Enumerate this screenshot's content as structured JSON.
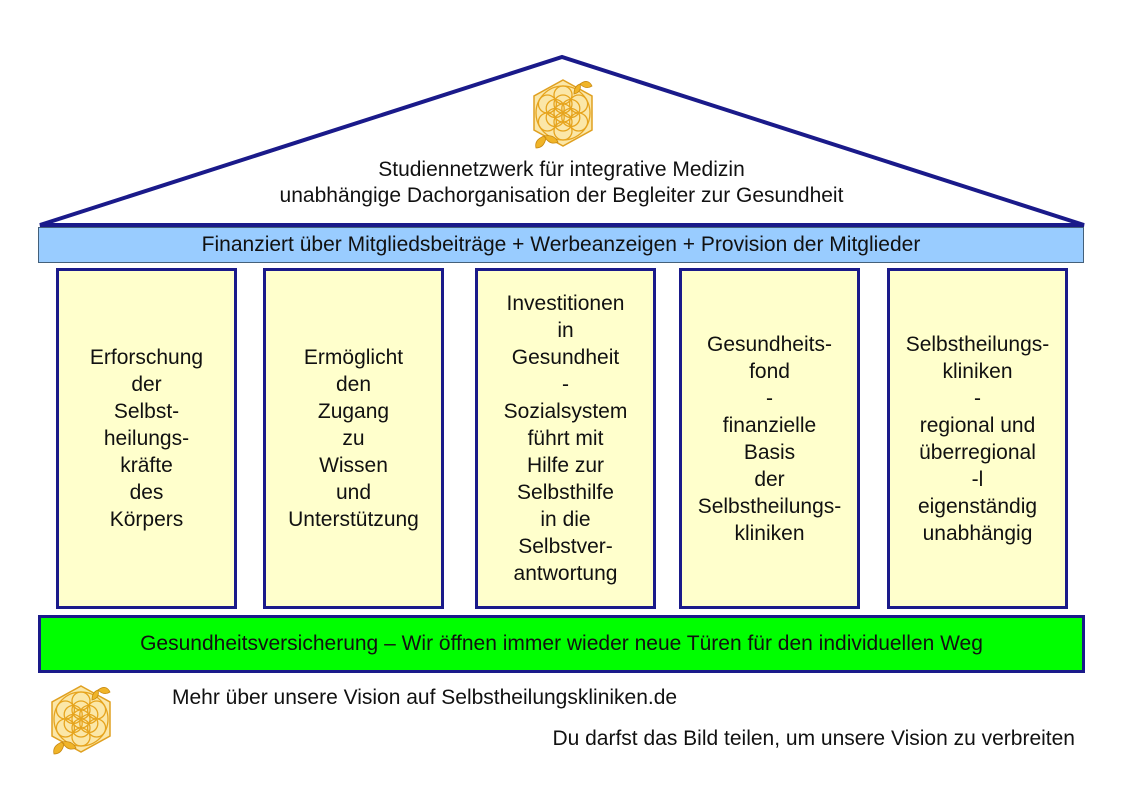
{
  "roof": {
    "line1": "Studiennetzwerk für integrative Medizin",
    "line2": "unabhängige Dachorganisation der Begleiter zur Gesundheit"
  },
  "beam": {
    "text": "Finanziert über Mitgliedsbeiträge + Werbeanzeigen + Provision der Mitglieder"
  },
  "pillars": [
    {
      "lines": [
        "Erforschung",
        "der",
        "Selbst-",
        "heilungs-",
        "kräfte",
        "des",
        "Körpers"
      ]
    },
    {
      "lines": [
        "Ermöglicht",
        "den",
        "Zugang",
        "zu",
        "Wissen",
        "und",
        "Unterstützung"
      ]
    },
    {
      "lines": [
        "Investitionen",
        "in",
        "Gesundheit",
        "-",
        "Sozialsystem",
        "führt mit",
        "Hilfe zur",
        "Selbsthilfe",
        "in die",
        "Selbstver-",
        "antwortung"
      ]
    },
    {
      "lines": [
        "Gesundheits-",
        "fond",
        "-",
        "finanzielle",
        "Basis",
        "der",
        "Selbstheilungs-",
        "kliniken"
      ]
    },
    {
      "lines": [
        "Selbstheilungs-",
        "kliniken",
        "-",
        "regional und",
        "überregional",
        "-l",
        "eigenständig",
        "unabhängig"
      ]
    }
  ],
  "base": {
    "text": "Gesundheitsversicherung – Wir öffnen immer wieder neue Türen für den individuellen Weg"
  },
  "footer": {
    "link_text": "Mehr über unsere Vision auf Selbstheilungskliniken.de",
    "share_text": "Du darfst das Bild teilen, um unsere Vision zu verbreiten"
  },
  "colors": {
    "roof_stroke": "#1a1a8a",
    "beam_fill": "#99ccff",
    "pillar_fill": "#ffffcc",
    "pillar_stroke": "#1a1a8a",
    "base_fill": "#00ff00",
    "logo_gold": "#f0b428"
  },
  "icons": {
    "roof_logo": "flower-of-life-butterfly-icon",
    "footer_logo": "flower-of-life-butterfly-icon"
  }
}
